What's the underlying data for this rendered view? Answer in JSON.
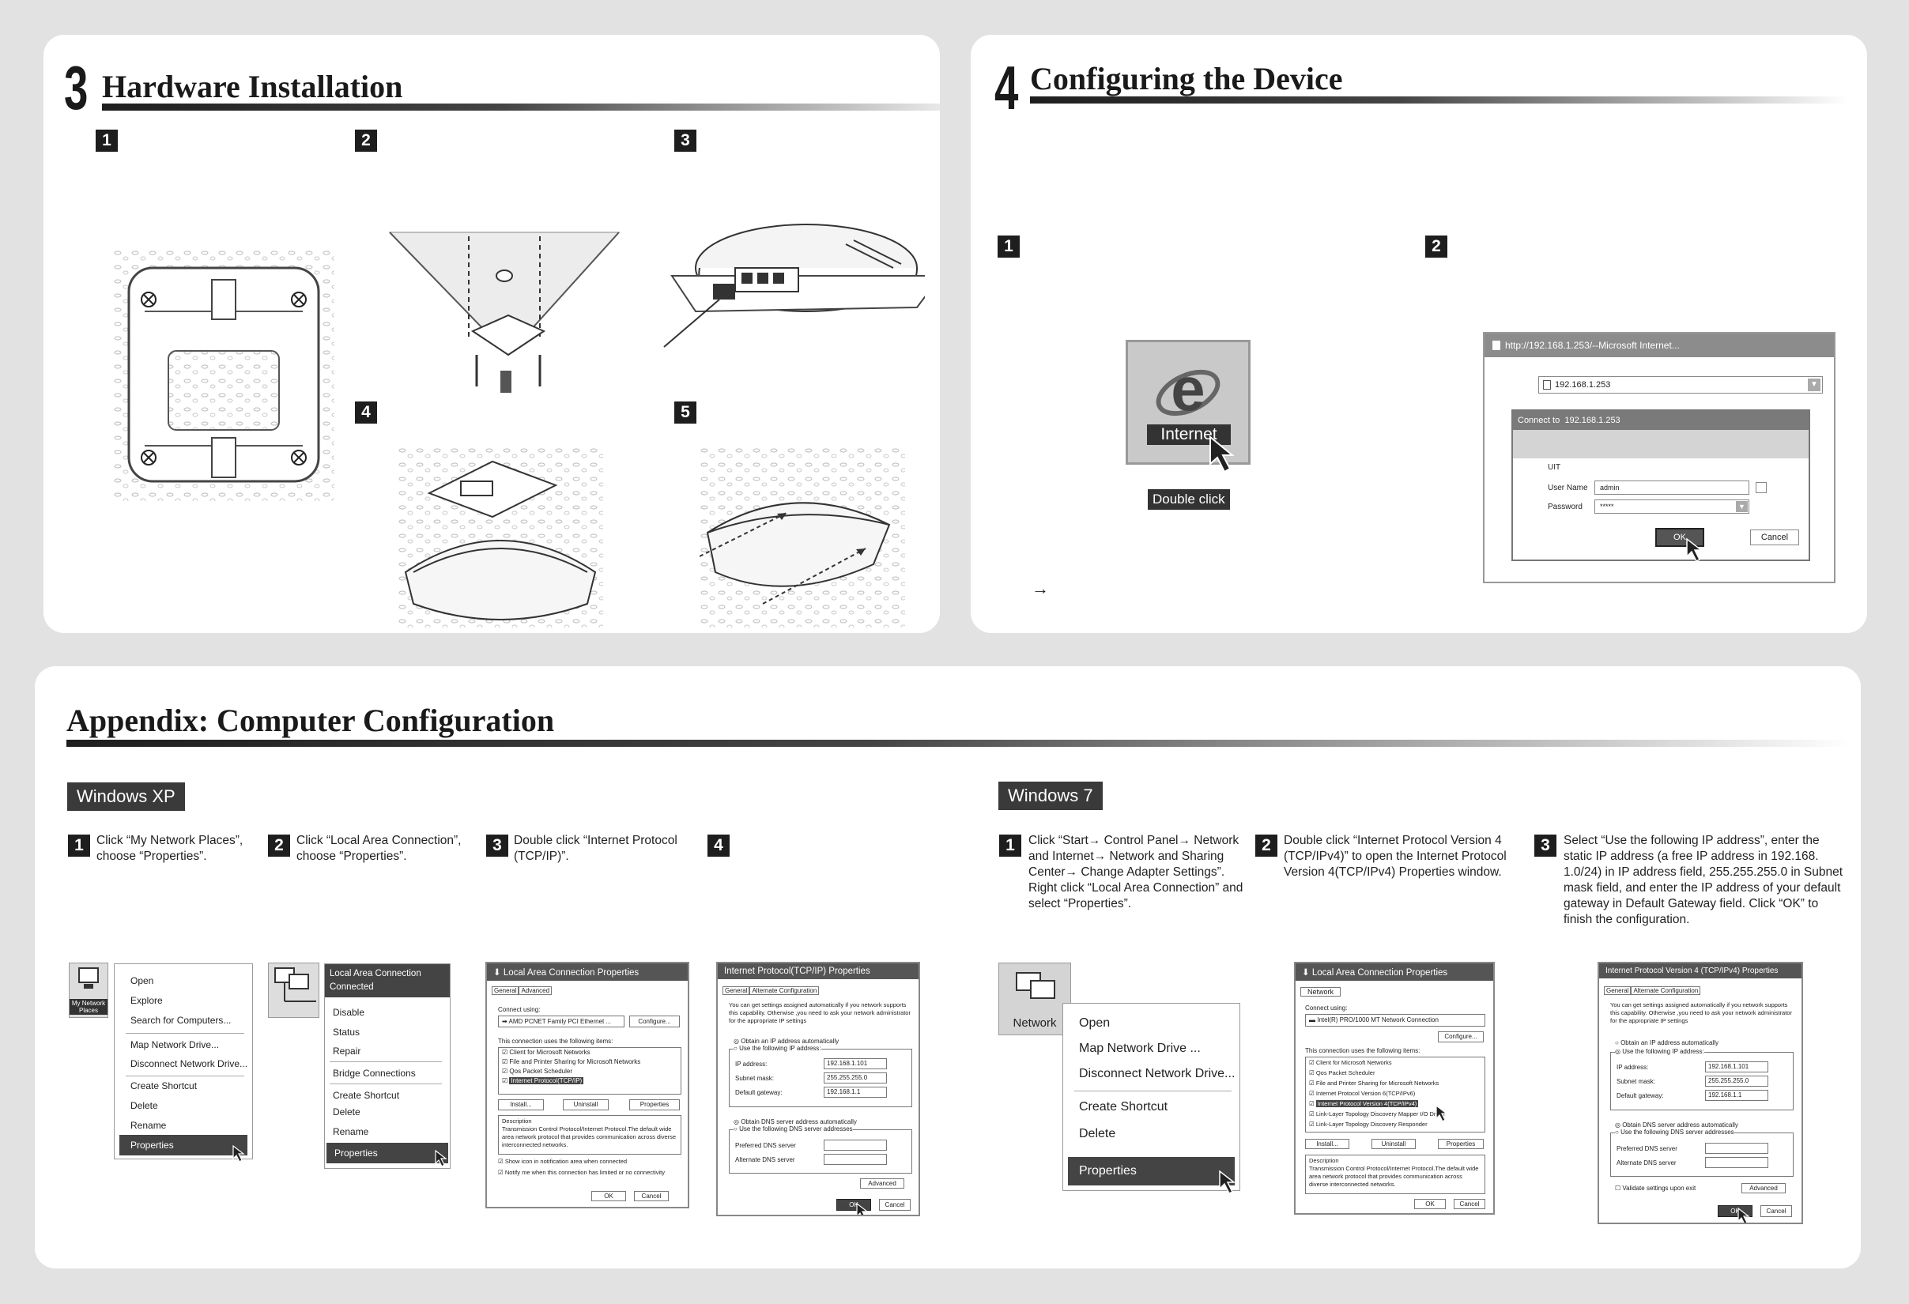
{
  "hardware": {
    "number": "3",
    "title": "Hardware Installation",
    "steps": [
      "1",
      "2",
      "3",
      "4",
      "5"
    ]
  },
  "configuring": {
    "number": "4",
    "title": "Configuring the Device",
    "steps": [
      "1",
      "2"
    ],
    "ie_label": "Internet",
    "double_click": "Double click",
    "arrow": "→",
    "browser": {
      "title": "http://192.168.1.253/--Microsoft Internet...",
      "address": "192.168.1.253",
      "connect_to_prefix": "Connect to",
      "connect_to_host": "192.168.1.253",
      "uit": "UIT",
      "user_name_label": "User Name",
      "user_name_value": "admin",
      "password_label": "Password",
      "password_value": "*****",
      "ok": "OK",
      "cancel": "Cancel"
    }
  },
  "appendix": {
    "title": "Appendix: Computer Configuration",
    "xp": {
      "tag": "Windows XP",
      "steps": [
        {
          "num": "1",
          "text": "Click “My Network Places”, choose “Properties”."
        },
        {
          "num": "2",
          "text": "Click “Local Area Connection”, choose “Properties”."
        },
        {
          "num": "3",
          "text": "Double click “Internet Protocol (TCP/IP)”."
        },
        {
          "num": "4",
          "text": ""
        }
      ],
      "menu1": {
        "icon_label": "My Network Places",
        "items": [
          "Open",
          "Explore",
          "Search for Computers...",
          "Map Network Drive...",
          "Disconnect Network Drive...",
          "Create Shortcut",
          "Delete",
          "Rename",
          "Properties"
        ]
      },
      "menu2": {
        "header": "Local Area Connection Connected",
        "items": [
          "Disable",
          "Status",
          "Repair",
          "Bridge Connections",
          "Create Shortcut",
          "Delete",
          "Rename",
          "Properties"
        ]
      },
      "lac_props": {
        "title": "Local Area Connection Properties",
        "tabs": [
          "General",
          "Advanced"
        ],
        "connect_using": "Connect using:",
        "adapter": "AMD PCNET Family PCI Ethernet ...",
        "configure": "Configure...",
        "uses_label": "This connection uses the following items:",
        "items": [
          "Client for Microsoft Networks",
          "File and Printer Sharing for Microsoft Networks",
          "Qos Packet Scheduler",
          "Internet Protocol(TCP/IP)"
        ],
        "install": "Install...",
        "uninstall": "Uninstall",
        "properties": "Properties",
        "description_label": "Description",
        "description": "Transmission Control Protocol/Internet Protocol.The default wide area network protocol that provides communication across diverse interconnected networks.",
        "show_icon": "Show icon in notification area when connected",
        "notify": "Notify me when this connection has limited or no connectivity",
        "ok": "OK",
        "cancel": "Cancel"
      },
      "tcp_props": {
        "title": "Internet Protocol(TCP/IP) Properties",
        "tabs": [
          "General",
          "Alternate Configuration"
        ],
        "intro": "You can get settings assigned automatically if you network supports this capability. Otherwise ,you need to ask your network administrator for the appropriate IP settings",
        "obtain_ip": "Obtain an IP address automatically",
        "use_ip": "Use the following IP address:",
        "ip_label": "IP address:",
        "ip": "192.168.1.101",
        "mask_label": "Subnet mask:",
        "mask": "255.255.255.0",
        "gw_label": "Default gateway:",
        "gw": "192.168.1.1",
        "obtain_dns": "Obtain DNS server address automatically",
        "use_dns": "Use the following DNS server addresses",
        "pref_dns": "Preferred DNS server",
        "alt_dns": "Alternate DNS server",
        "advanced": "Advanced",
        "ok": "OK",
        "cancel": "Cancel"
      }
    },
    "win7": {
      "tag": "Windows 7",
      "steps": [
        {
          "num": "1",
          "text": "Click “Start→ Control Panel→ Network and Internet→ Network and Sharing Center→ Change Adapter Settings”. Right click “Local Area Connection” and select “Properties”."
        },
        {
          "num": "2",
          "text": "Double click “Internet Protocol Version 4 (TCP/IPv4)” to open the Internet Protocol Version 4(TCP/IPv4) Properties window."
        },
        {
          "num": "3",
          "text": "Select “Use the following IP address”, enter the static IP address (a free IP address in 192.168. 1.0/24) in IP address field, 255.255.255.0 in Subnet mask field, and enter the IP address of your default gateway in Default Gateway field. Click “OK” to finish the configuration."
        }
      ],
      "menu": {
        "icon_label": "Network",
        "items": [
          "Open",
          "Map Network Drive ...",
          "Disconnect Network Drive...",
          "Create Shortcut",
          "Delete",
          "Properties"
        ]
      },
      "lac_props": {
        "title": "Local Area Connection Properties",
        "tabs": [
          "Network"
        ],
        "connect_using": "Connect using:",
        "adapter": "Intel(R) PRO/1000 MT Network Connection",
        "configure": "Configure...",
        "uses_label": "This connection uses the following items:",
        "items": [
          "Client for Microsoft Networks",
          "Qos Packet Scheduler",
          "File and Printer Sharing for Microsoft Networks",
          "Internet Protocol Version 6(TCP/IPv6)",
          "Internet Protocol Version 4(TCP/IPv4)",
          "Link-Layer Topology Discovery Mapper I/O Driver",
          "Link-Layer Topology Discovery Responder"
        ],
        "install": "Install...",
        "uninstall": "Uninstall",
        "properties": "Properties",
        "description_label": "Description",
        "description": "Transmission Control Protocol/Internet Protocol.The default wide area network protocol that provides communication across diverse interconnected networks.",
        "ok": "OK",
        "cancel": "Cancel"
      },
      "tcp_props": {
        "title": "Internet Protocol Version 4 (TCP/IPv4) Properties",
        "tabs": [
          "General",
          "Alternate Configuration"
        ],
        "intro": "You can get settings assigned automatically if you network supports this capability. Otherwise ,you need to ask your network administrator for the appropriate IP settings",
        "obtain_ip": "Obtain an IP address automatically",
        "use_ip": "Use the following IP address:",
        "ip_label": "IP address:",
        "ip": "192.168.1.101",
        "mask_label": "Subnet mask:",
        "mask": "255.255.255.0",
        "gw_label": "Default gateway:",
        "gw": "192.168.1.1",
        "obtain_dns": "Obtain DNS server address automatically",
        "use_dns": "Use the following DNS server addresses",
        "pref_dns": "Preferred DNS server",
        "alt_dns": "Alternate DNS server",
        "validate": "Validate settings upon exit",
        "advanced": "Advanced",
        "ok": "OK",
        "cancel": "Cancel"
      }
    }
  }
}
